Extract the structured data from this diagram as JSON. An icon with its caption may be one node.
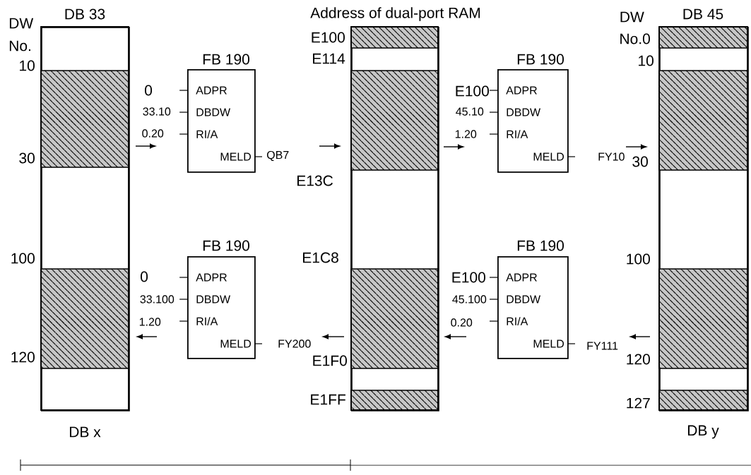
{
  "diagram": {
    "nodes": [
      {
        "text": [
          "DB 33"
        ],
        "beside": [
          "DB x"
        ]
      },
      {
        "text": [
          "FB 190",
          "ADPR",
          "DBDW",
          "RI/A",
          "MELD"
        ]
      },
      {
        "text": [
          "Address of dual-port RAM"
        ]
      },
      {
        "text": [
          "FB 190",
          "ADPR",
          "DBDW",
          "RI/A",
          "MELD"
        ]
      },
      {
        "text": [
          "DB 45"
        ],
        "beside": [
          "DB y"
        ]
      },
      {
        "text": [
          "FB 190",
          "ADPR",
          "DBDW",
          "RI/A",
          "MELD"
        ]
      },
      {
        "text": [
          "FB 190",
          "ADPR",
          "DBDW",
          "RI/A",
          "MELD"
        ]
      }
    ],
    "labels": [
      "DW",
      "DW",
      "No.",
      "E100",
      "No.0",
      "10",
      "E114",
      "10",
      "0",
      "E100",
      "33.10",
      "45.10",
      "0.20",
      "1.20",
      "30",
      "QB7",
      "FY10",
      "30",
      "E13C",
      "100",
      "E1C8",
      "100",
      "0",
      "E100",
      "33.100",
      "45.100",
      "1.20",
      "0.20",
      "FY200",
      "FY111",
      "120",
      "E1F0",
      "120",
      "E1FF",
      "127"
    ]
  }
}
